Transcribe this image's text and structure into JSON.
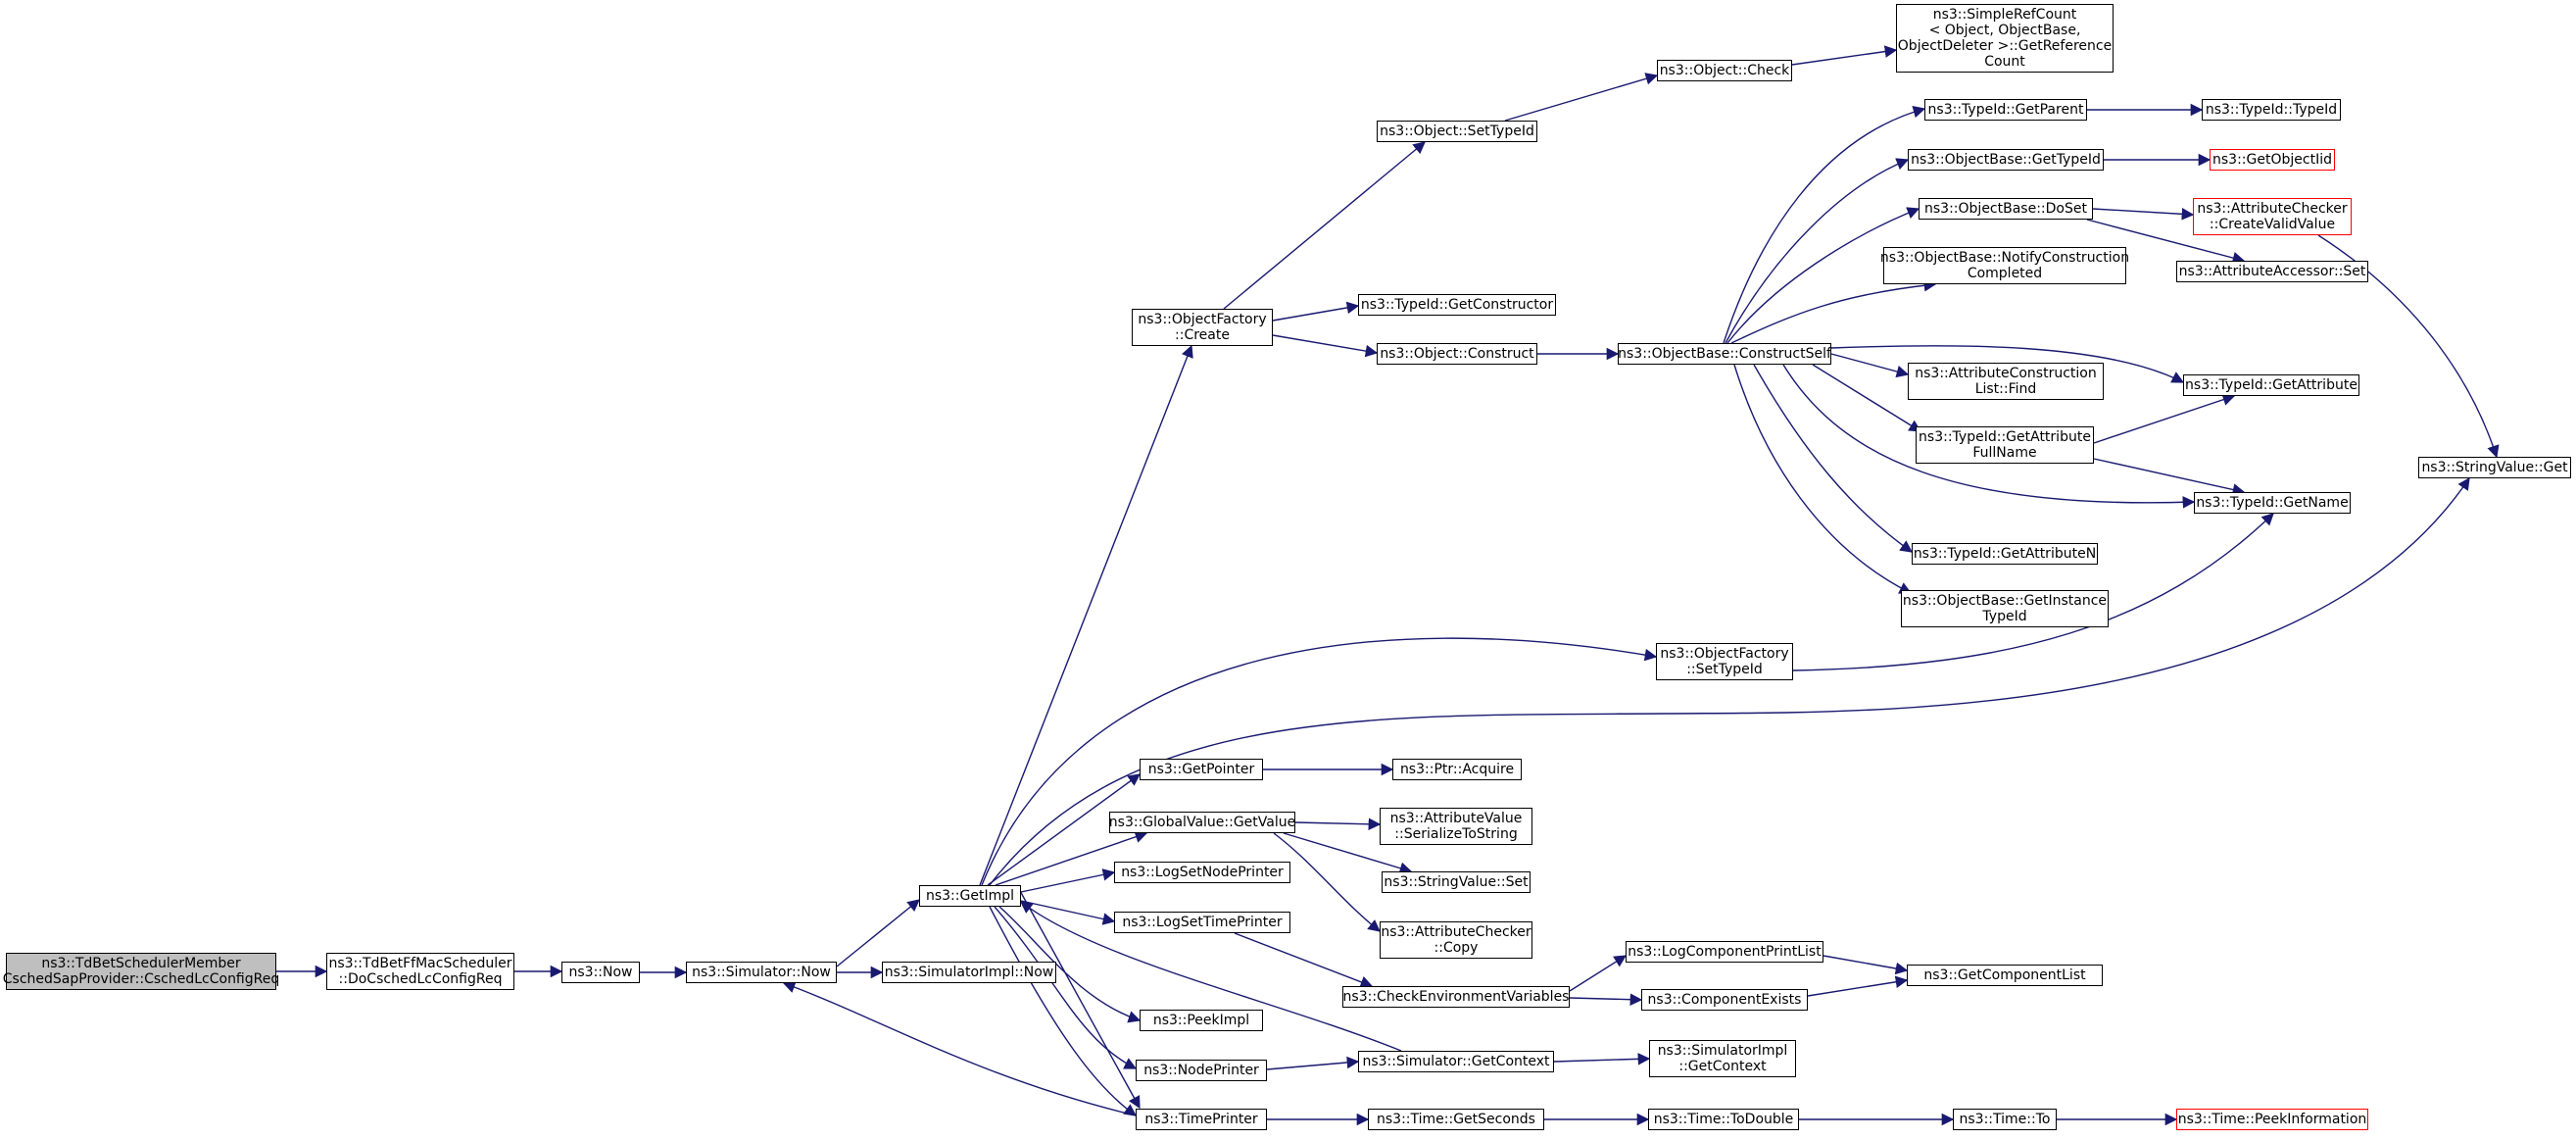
{
  "colors": {
    "edge": "#191970",
    "root_fill": "#bfbfbf",
    "truncated_border": "#ff0000"
  },
  "nodes": {
    "root": "ns3::TdBetSchedulerMember\nCschedSapProvider::CschedLcConfigReq",
    "do_csched": "ns3::TdBetFfMacScheduler\n::DoCschedLcConfigReq",
    "now": "ns3::Now",
    "sim_now": "ns3::Simulator::Now",
    "simimpl_now": "ns3::SimulatorImpl::Now",
    "get_impl": "ns3::GetImpl",
    "objfactory_create": "ns3::ObjectFactory\n::Create",
    "object_settypeid": "ns3::Object::SetTypeId",
    "object_check": "ns3::Object::Check",
    "simple_refcount": "ns3::SimpleRefCount\n< Object, ObjectBase,\nObjectDeleter >::GetReference\nCount",
    "typeid_getconstructor": "ns3::TypeId::GetConstructor",
    "object_construct": "ns3::Object::Construct",
    "objbase_constructself": "ns3::ObjectBase::ConstructSelf",
    "typeid_getparent": "ns3::TypeId::GetParent",
    "typeid_typeid": "ns3::TypeId::TypeId",
    "objbase_gettypeid": "ns3::ObjectBase::GetTypeId",
    "get_objectiid": "ns3::GetObjectIid",
    "objbase_doset": "ns3::ObjectBase::DoSet",
    "attrchecker_createvalid": "ns3::AttributeChecker\n::CreateValidValue",
    "objbase_notify": "ns3::ObjectBase::NotifyConstruction\nCompleted",
    "attraccessor_set": "ns3::AttributeAccessor::Set",
    "attrconstruction_find": "ns3::AttributeConstruction\nList::Find",
    "typeid_getattribute": "ns3::TypeId::GetAttribute",
    "typeid_getattrfullname": "ns3::TypeId::GetAttribute\nFullName",
    "stringvalue_get": "ns3::StringValue::Get",
    "typeid_getname": "ns3::TypeId::GetName",
    "typeid_getattributen": "ns3::TypeId::GetAttributeN",
    "objbase_getinstance": "ns3::ObjectBase::GetInstance\nTypeId",
    "objfactory_settypeid": "ns3::ObjectFactory\n::SetTypeId",
    "get_pointer": "ns3::GetPointer",
    "ptr_acquire": "ns3::Ptr::Acquire",
    "globalvalue_getvalue": "ns3::GlobalValue::GetValue",
    "attrvalue_serialize": "ns3::AttributeValue\n::SerializeToString",
    "stringvalue_set": "ns3::StringValue::Set",
    "log_setnodeprinter": "ns3::LogSetNodePrinter",
    "log_settimeprinter": "ns3::LogSetTimePrinter",
    "attrchecker_copy": "ns3::AttributeChecker\n::Copy",
    "logcomponent_printlist": "ns3::LogComponentPrintList",
    "check_env": "ns3::CheckEnvironmentVariables",
    "component_exists": "ns3::ComponentExists",
    "get_componentlist": "ns3::GetComponentList",
    "peek_impl": "ns3::PeekImpl",
    "node_printer": "ns3::NodePrinter",
    "sim_getcontext": "ns3::Simulator::GetContext",
    "simimpl_getcontext": "ns3::SimulatorImpl\n::GetContext",
    "time_printer": "ns3::TimePrinter",
    "time_getseconds": "ns3::Time::GetSeconds",
    "time_todouble": "ns3::Time::ToDouble",
    "time_to": "ns3::Time::To",
    "time_peekinfo": "ns3::Time::PeekInformation"
  }
}
